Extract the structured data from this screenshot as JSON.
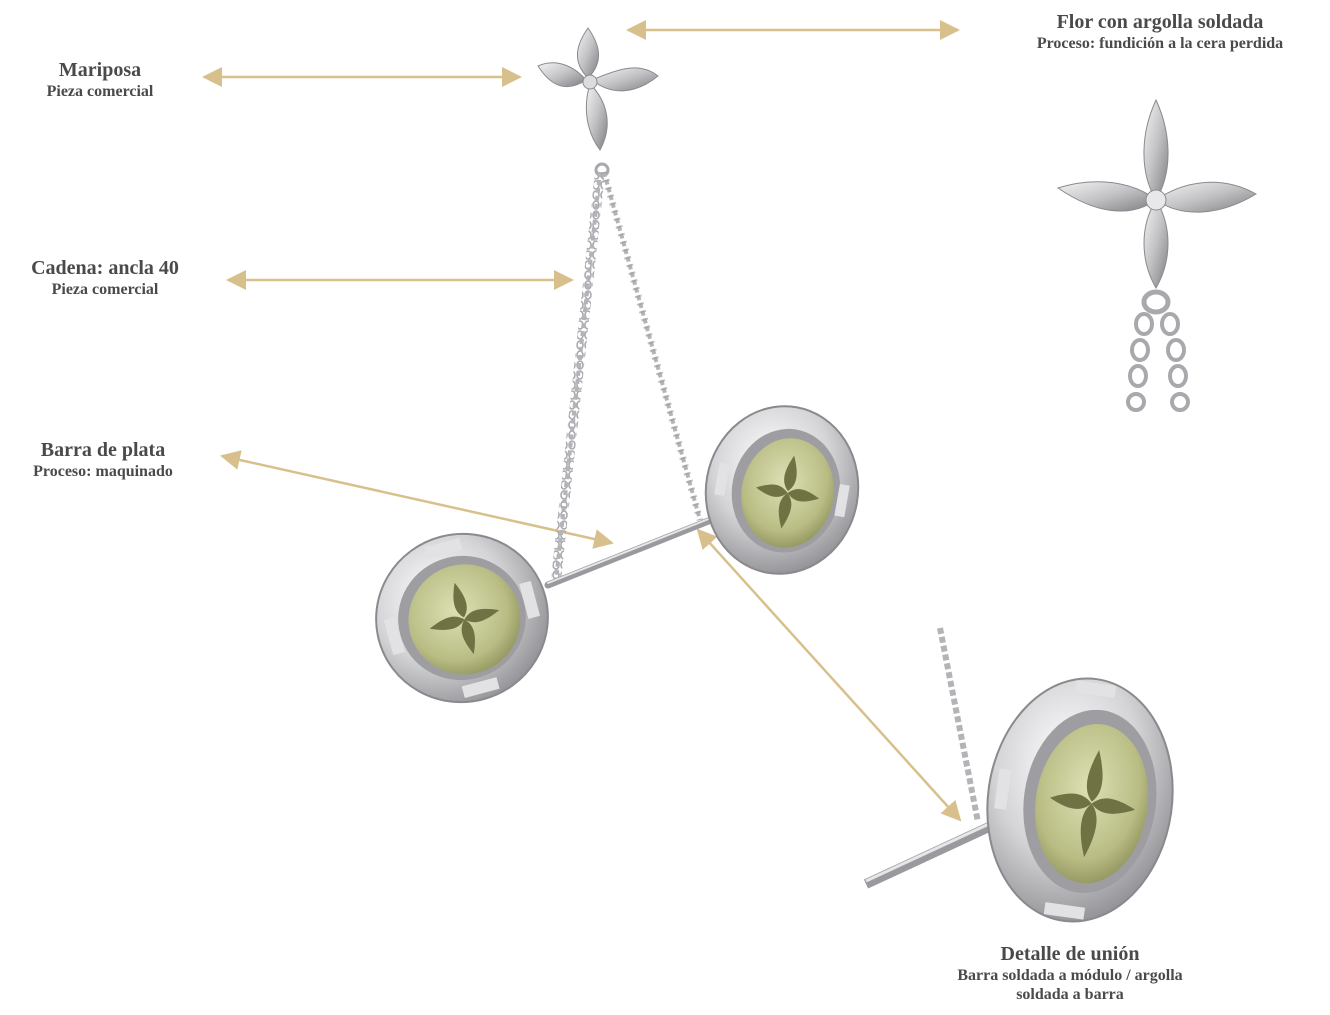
{
  "labels": {
    "mariposa": {
      "title": "Mariposa",
      "subtitle": "Pieza comercial"
    },
    "flor": {
      "title": "Flor con argolla soldada",
      "subtitle": "Proceso: fundición a la cera perdida"
    },
    "cadena": {
      "title": "Cadena: ancla 40",
      "subtitle": "Pieza comercial"
    },
    "barra": {
      "title": "Barra de plata",
      "subtitle": "Proceso: maquinado"
    },
    "detalle": {
      "title": "Detalle de unión",
      "subtitle_line1": "Barra soldada a módulo / argolla",
      "subtitle_line2": "soldada a barra"
    }
  },
  "colors": {
    "arrow": "#d8c08c",
    "silver": "#c9c9cc",
    "silver_dark": "#8e8e92",
    "green_disc": "#bcc18a",
    "green_dark": "#7b7f4c",
    "text": "#4a4a4a"
  }
}
